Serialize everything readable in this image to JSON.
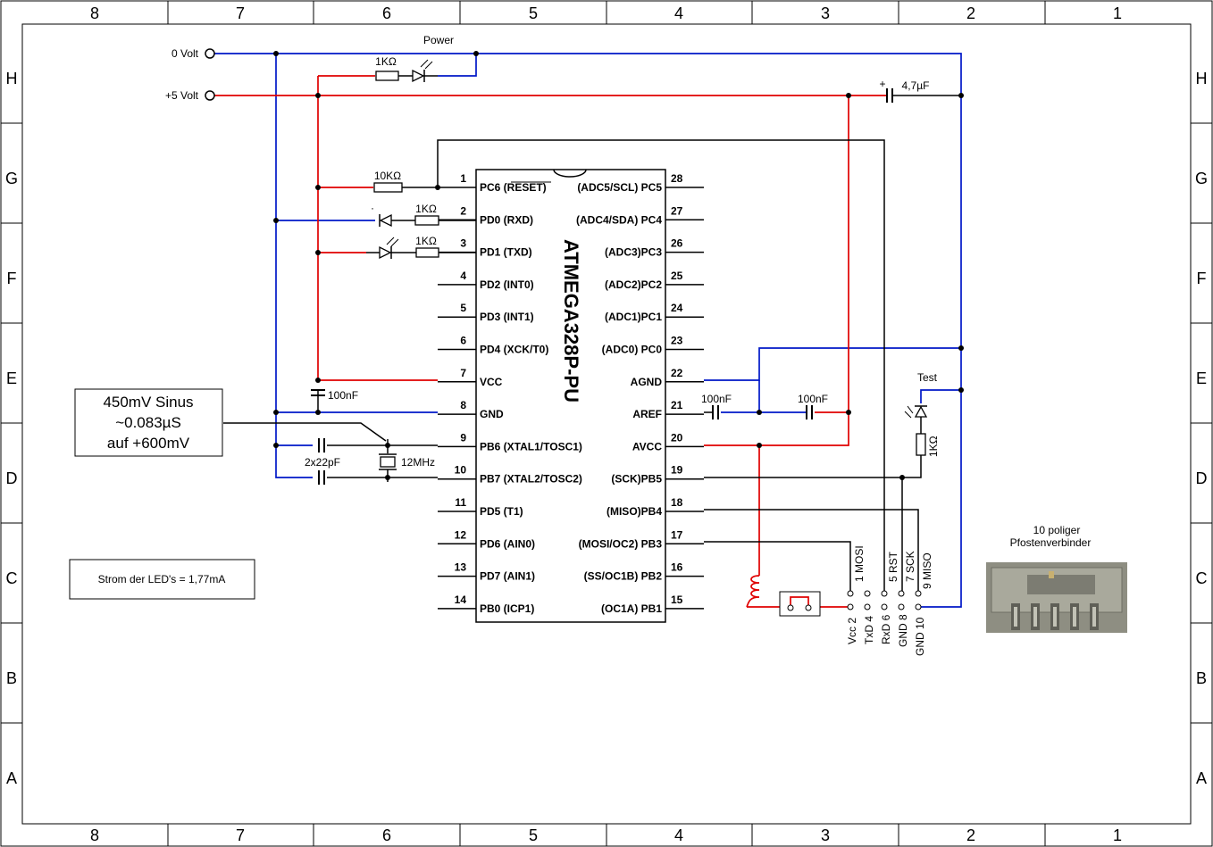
{
  "frame": {
    "columns": [
      "8",
      "7",
      "6",
      "5",
      "4",
      "3",
      "2",
      "1"
    ],
    "rows": [
      "H",
      "G",
      "F",
      "E",
      "D",
      "C",
      "B",
      "A"
    ]
  },
  "power": {
    "zero_volt": "0 Volt",
    "plus_five": "+5 Volt",
    "power_label": "Power",
    "res_power": "1KΩ",
    "cap_top": "4,7µF",
    "cap_plus": "+"
  },
  "chip": {
    "name": "ATMEGA328P-PU",
    "left_pins": [
      {
        "num": "1",
        "label": "PC6 (RESET)"
      },
      {
        "num": "2",
        "label": "PD0 (RXD)"
      },
      {
        "num": "3",
        "label": "PD1 (TXD)"
      },
      {
        "num": "4",
        "label": "PD2 (INT0)"
      },
      {
        "num": "5",
        "label": "PD3 (INT1)"
      },
      {
        "num": "6",
        "label": "PD4 (XCK/T0)"
      },
      {
        "num": "7",
        "label": "VCC"
      },
      {
        "num": "8",
        "label": "GND"
      },
      {
        "num": "9",
        "label": "PB6 (XTAL1/TOSC1)"
      },
      {
        "num": "10",
        "label": "PB7 (XTAL2/TOSC2)"
      },
      {
        "num": "11",
        "label": "PD5 (T1)"
      },
      {
        "num": "12",
        "label": "PD6 (AIN0)"
      },
      {
        "num": "13",
        "label": "PD7 (AIN1)"
      },
      {
        "num": "14",
        "label": "PB0 (ICP1)"
      }
    ],
    "right_pins": [
      {
        "num": "28",
        "label": "(ADC5/SCL) PC5"
      },
      {
        "num": "27",
        "label": "(ADC4/SDA) PC4"
      },
      {
        "num": "26",
        "label": "(ADC3)PC3"
      },
      {
        "num": "25",
        "label": "(ADC2)PC2"
      },
      {
        "num": "24",
        "label": "(ADC1)PC1"
      },
      {
        "num": "23",
        "label": "(ADC0) PC0"
      },
      {
        "num": "22",
        "label": "AGND"
      },
      {
        "num": "21",
        "label": "AREF"
      },
      {
        "num": "20",
        "label": "AVCC"
      },
      {
        "num": "19",
        "label": "(SCK)PB5"
      },
      {
        "num": "18",
        "label": "(MISO)PB4"
      },
      {
        "num": "17",
        "label": "(MOSI/OC2) PB3"
      },
      {
        "num": "16",
        "label": "(SS/OC1B) PB2"
      },
      {
        "num": "15",
        "label": "(OC1A) PB1"
      }
    ]
  },
  "components": {
    "r_reset": "10KΩ",
    "r_rxd": "1KΩ",
    "r_txd": "1KΩ",
    "c_vcc": "100nF",
    "c_xtal": "2x22pF",
    "crystal": "12MHz",
    "c_aref": "100nF",
    "c_agnd": "100nF",
    "test_label": "Test",
    "r_test": "1KΩ"
  },
  "signal_box": {
    "line1": "450mV Sinus",
    "line2": "~0.083µS",
    "line3": "auf +600mV"
  },
  "note_box": "Strom der LED's = 1,77mA",
  "connector": {
    "title_line1": "10 poliger",
    "title_line2": "Pfostenverbinder",
    "top_pins": [
      "1 MOSI",
      "5 RST",
      "7 SCK",
      "9 MISO"
    ],
    "bottom_pins": [
      "Vcc 2",
      "TxD 4",
      "RxD 6",
      "GND 8",
      "GND 10"
    ]
  }
}
